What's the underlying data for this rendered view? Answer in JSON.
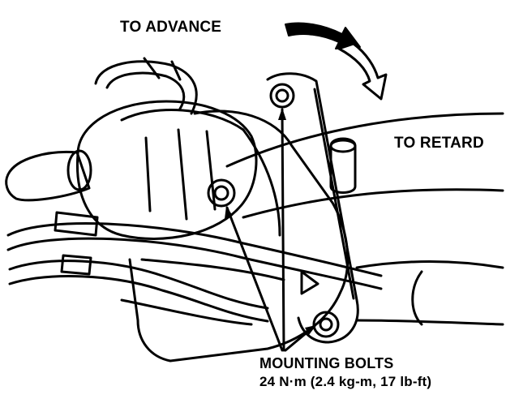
{
  "labels": {
    "advance": "TO ADVANCE",
    "retard": "TO RETARD",
    "mounting_bolts": "MOUNTING BOLTS",
    "torque_spec": "24 N·m (2.4 kg-m, 17 lb-ft)"
  },
  "colors": {
    "ink": "#000000",
    "background": "#ffffff"
  },
  "icons": {
    "advance_arrow": "curved-arrow-icon",
    "retard_arrow": "hollow-curved-arrow-icon"
  }
}
